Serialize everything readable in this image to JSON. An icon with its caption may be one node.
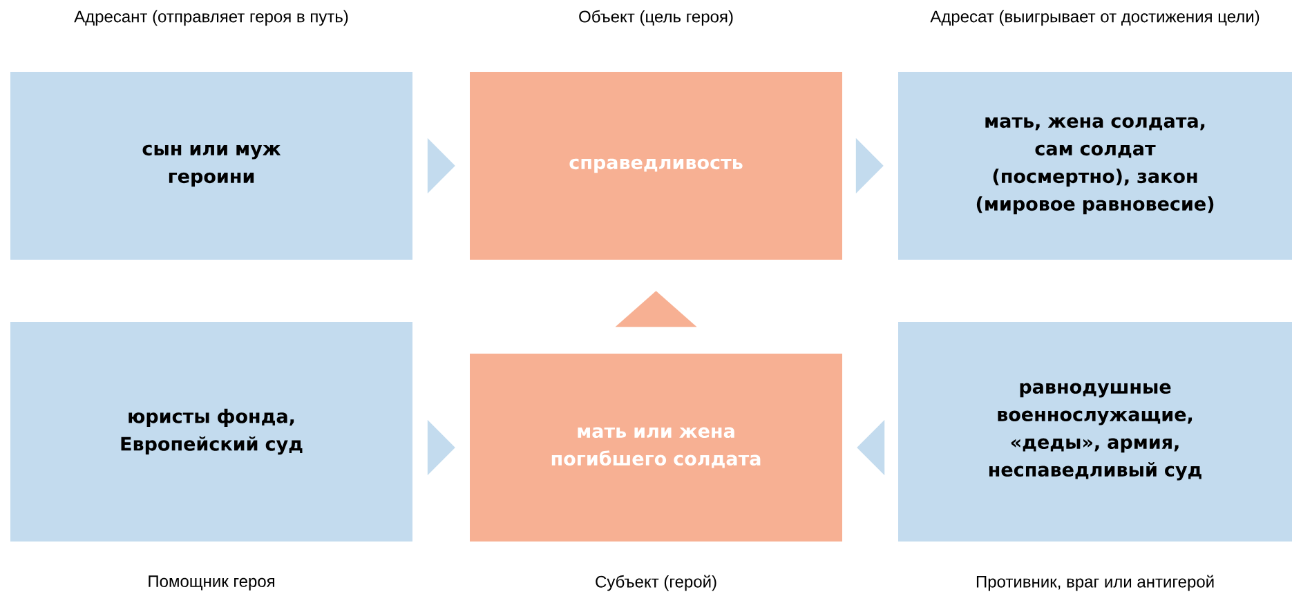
{
  "diagram": {
    "nodes": [
      {
        "text": [
          "Адресант (отправляет героя в путь)",
          "сын или муж героини"
        ]
      },
      {
        "text": [
          "Объект (цель героя)",
          "справедливость"
        ]
      },
      {
        "text": [
          "Адресат (выигрывает от достижения цели)",
          "мать, жена солдата, сам солдат (посмертно), закон (мировое равновесие)"
        ]
      },
      {
        "text": [
          "юристы фонда, Европейский суд",
          "Помощник героя"
        ]
      },
      {
        "text": [
          "мать или жена погибшего солдата",
          "Субъект (герой)"
        ]
      },
      {
        "text": [
          "равнодушные военнослужащие, «деды», армия, неспаведливый суд",
          "Противник, враг или антигерой"
        ]
      }
    ],
    "edges": [
      {
        "from": 0,
        "to": 1,
        "arrow": "to"
      },
      {
        "from": 1,
        "to": 2,
        "arrow": "to"
      },
      {
        "from": 4,
        "to": 1,
        "arrow": "to",
        "color": "#f7b093"
      },
      {
        "from": 3,
        "to": 4,
        "arrow": "to"
      },
      {
        "from": 5,
        "to": 4,
        "arrow": "to"
      }
    ]
  }
}
